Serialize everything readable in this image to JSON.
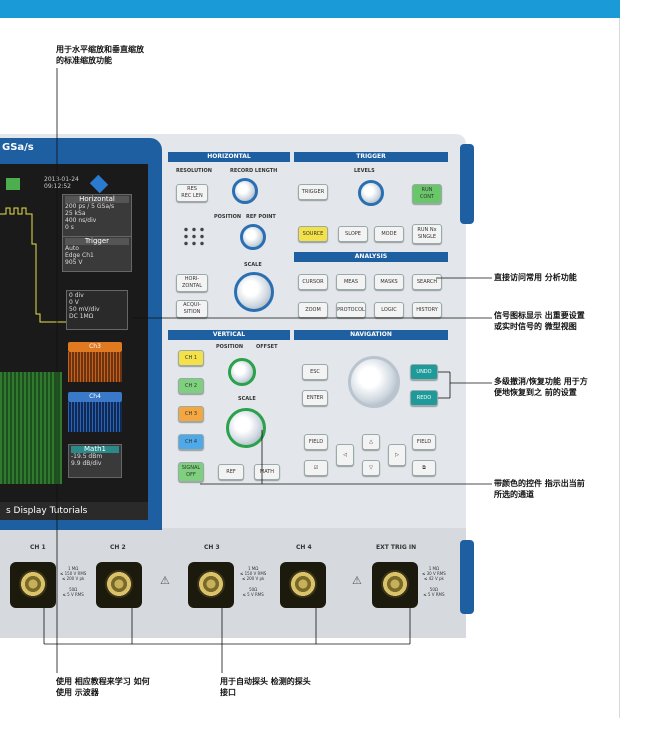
{
  "callouts": {
    "top": [
      "用于水平缩放和垂直缩放",
      "的标准缩放功能"
    ],
    "analysis": "直接访问常用 分析功能",
    "signal_icon": [
      "信号图标显示 出重要设置",
      "或实时信号的 微型视图"
    ],
    "undo": [
      "多级撤消/恢复功能 用于方",
      "便地恢复到之 前的设置"
    ],
    "color": [
      "带颜色的控件 指示出当前",
      "所选的通道"
    ],
    "tutorial": [
      "使用 相应教程来学习 如何",
      "使用 示波器"
    ],
    "probe": [
      "用于自动探头 检测的探头",
      "接口"
    ]
  },
  "screen": {
    "bezel_label": "GSa/s",
    "date": "2013-01-24",
    "time": "09:12:52",
    "horizontal": {
      "title": "Horizontal",
      "lines": [
        "200 ps / 5 GSa/s",
        "25 kSa",
        "400 ns/div",
        "0 s"
      ]
    },
    "trigger": {
      "title": "Trigger",
      "lines": [
        "Auto",
        "Edge Ch1",
        "905 V"
      ]
    },
    "ch_values": [
      "0 div",
      "0 V",
      "50 mV/div",
      "DC 1MΩ"
    ],
    "ch3": "Ch3",
    "ch4": "Ch4",
    "math": {
      "title": "Math1",
      "lines": [
        "-19.5 dBm",
        "9.9 dB/div"
      ]
    },
    "bottom_menu": "s Display Tutorials"
  },
  "horizontal": {
    "title": "HORIZONTAL",
    "resolution": "RESOLUTION",
    "record_length": "RECORD LENGTH",
    "res_button": [
      "RES",
      "REC LEN"
    ],
    "position": "POSITION",
    "ref_point": "REF POINT",
    "scale": "SCALE",
    "horizontal_btn": [
      "HORI-",
      "ZONTAL"
    ],
    "acquisition_btn": [
      "ACQUI-",
      "SITION"
    ]
  },
  "trigger": {
    "title": "TRIGGER",
    "levels": "LEVELS",
    "trigger_btn": "TRIGGER",
    "run_cont": [
      "RUN",
      "CONT"
    ],
    "source": "SOURCE",
    "slope": "SLOPE",
    "mode": "MODE",
    "run_single": [
      "RUN Nx",
      "SINGLE"
    ]
  },
  "analysis": {
    "title": "ANALYSIS",
    "buttons": [
      "CURSOR",
      "MEAS",
      "MASKS",
      "SEARCH",
      "ZOOM",
      "PROTOCOL",
      "LOGIC",
      "HISTORY"
    ]
  },
  "vertical": {
    "title": "VERTICAL",
    "position": "POSITION",
    "offset": "OFFSET",
    "scale": "SCALE",
    "ch_buttons": [
      "CH 1",
      "CH 2",
      "CH 3",
      "CH 4"
    ],
    "signal_off": [
      "SIGNAL",
      "OFF"
    ],
    "ref": "REF",
    "math": "MATH"
  },
  "navigation": {
    "title": "NAVIGATION",
    "esc": "ESC",
    "enter": "ENTER",
    "undo": "UNDO",
    "redo": "REDO",
    "field_left": "FIELD",
    "field_right": "FIELD"
  },
  "inputs": {
    "labels": [
      "CH 1",
      "CH 2",
      "CH 3",
      "CH 4",
      "EXT TRIG IN"
    ],
    "ratings_a": [
      "1 MΩ",
      "≤ 150 V RMS",
      "≤ 200 V pk"
    ],
    "ratings_b": [
      "50Ω",
      "≤ 5 V RMS"
    ],
    "ext_ratings": [
      "1 MΩ",
      "≤ 30 V RMS",
      "≤ 42 V pk"
    ]
  },
  "colors": {
    "accent_blue": "#1a9ad6",
    "brand_blue": "#1d5fa0",
    "ch1_yellow": "#f4e14a",
    "ch2_green": "#7ed07e",
    "ch3_orange": "#f4a640",
    "ch4_blue": "#4fa8e8"
  }
}
